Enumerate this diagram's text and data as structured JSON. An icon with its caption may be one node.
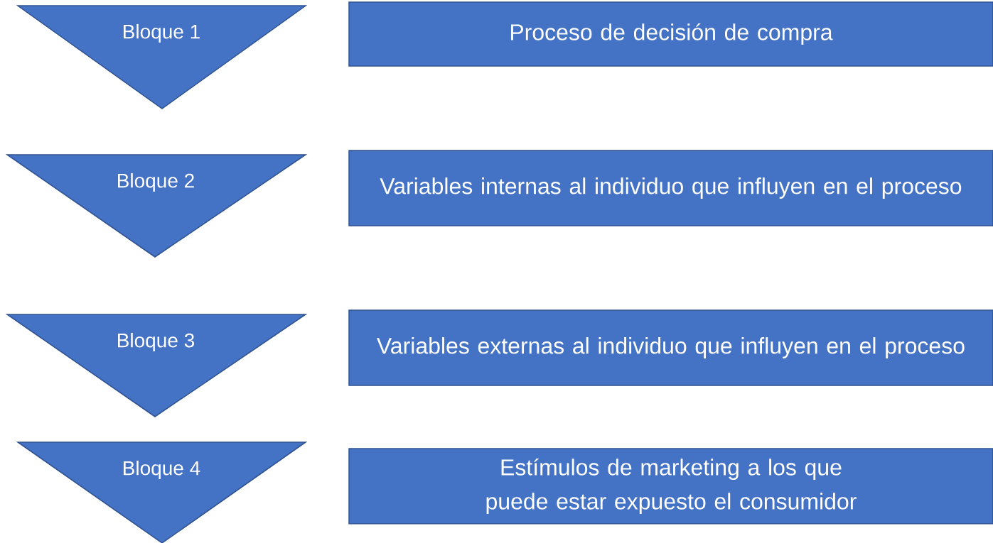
{
  "diagram": {
    "nodes": [
      {
        "text": [
          "Bloque 1"
        ]
      },
      {
        "text": [
          "Proceso de decisión de compra"
        ]
      },
      {
        "text": [
          "Bloque 2"
        ]
      },
      {
        "text": [
          "Variables internas al individuo que influyen en el proceso"
        ]
      },
      {
        "text": [
          "Bloque 3"
        ]
      },
      {
        "text": [
          "Variables externas al individuo que influyen en el proceso"
        ]
      },
      {
        "text": [
          "Bloque 4"
        ]
      },
      {
        "text": [
          "Estímulos de marketing a los que puede estar expuesto el consumidor"
        ]
      }
    ]
  }
}
